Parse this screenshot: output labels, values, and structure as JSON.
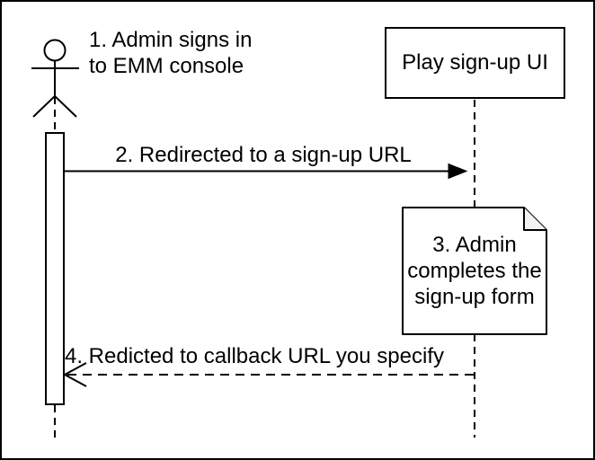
{
  "palette": {
    "line": "#000000",
    "background": "#ffffff",
    "shape_fill": "#ffffff",
    "note_fold_fill": "#f2f2f2"
  },
  "icons": {
    "actor": "stick-figure-actor",
    "note": "document-folded-corner",
    "message_arrowhead": "filled-triangle-right",
    "return_arrowhead": "open-chevron-left"
  },
  "annotation1": {
    "line1": "1. Admin signs in",
    "line2": "to EMM console"
  },
  "participant": {
    "label": "Play sign-up UI"
  },
  "message2": {
    "label": "2. Redirected to a sign-up URL"
  },
  "note3": {
    "line1": "3. Admin",
    "line2": "completes the",
    "line3": "sign-up form"
  },
  "message4": {
    "label": "4. Redicted to callback URL you specify"
  }
}
